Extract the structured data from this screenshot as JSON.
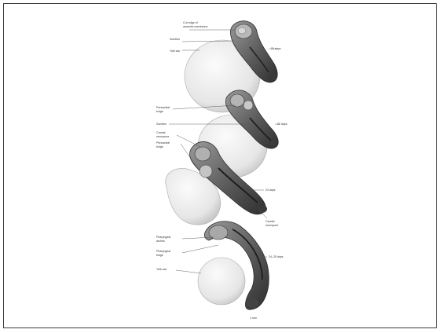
{
  "figure": {
    "labels": {
      "cut_edge": "Cut edge of amniotic membrane",
      "somites_top": "Somites",
      "yolk_sac_top": "Yolk sac",
      "pericardial_bulge_mid": "Pericardial bulge",
      "somites_mid": "Somites",
      "cranial_neuropore": "Cranial neuropore",
      "pericardial_bulge_lower": "Pericardial bulge",
      "caudal_neuropore": "Caudal neuropore",
      "pharyngeal_arches": "Pharyngeal arches",
      "pharyngeal_bulge": "Pharyngeal bulge",
      "yolk_sac_bottom": "Yolk sac"
    },
    "stages": {
      "stage1": "21 days",
      "stage2": "22 days",
      "stage3": "23 days",
      "stage4": "24–25 days"
    },
    "scale_note": "1 mm",
    "colors": {
      "embryo_dark": "#4a4a4a",
      "embryo_mid": "#8a8a8a",
      "yolk_sac": "#e4e4e4",
      "frame": "#3a3a3a"
    }
  }
}
